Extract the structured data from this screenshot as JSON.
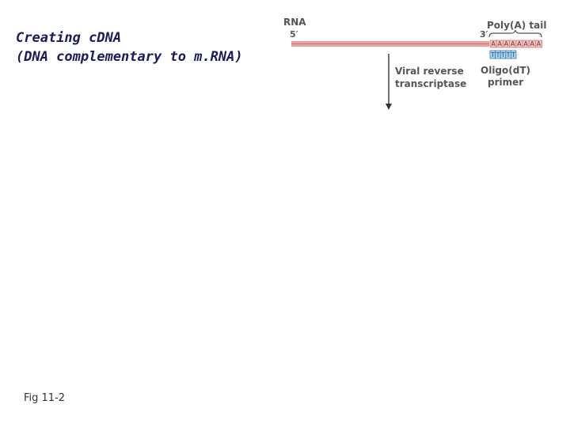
{
  "title": {
    "line1": "Creating cDNA",
    "line2": "(DNA complementary to m.RNA)"
  },
  "figure_label": "Fig 11-2",
  "diagram": {
    "rna_label": "RNA",
    "five_prime": "5′",
    "three_prime": "3′",
    "polya_label": "Poly(A) tail",
    "polya_bases": [
      "A",
      "A",
      "A",
      "A",
      "A",
      "A",
      "A",
      "A"
    ],
    "primer_bases": [
      "T",
      "T",
      "T",
      "T",
      "T"
    ],
    "enzyme_label_line1": "Viral reverse",
    "enzyme_label_line2": "transcriptase",
    "primer_label_line1": "Oligo(dT)",
    "primer_label_line2": "primer"
  },
  "colors": {
    "rna_strand": "#e8a0a0",
    "rna_strand_dark": "#d27878",
    "polya_fill": "#f2c4c4",
    "primer_fill": "#a8d4ee",
    "primer_stroke": "#3a7fb0",
    "title_text": "#1a1a5e"
  }
}
